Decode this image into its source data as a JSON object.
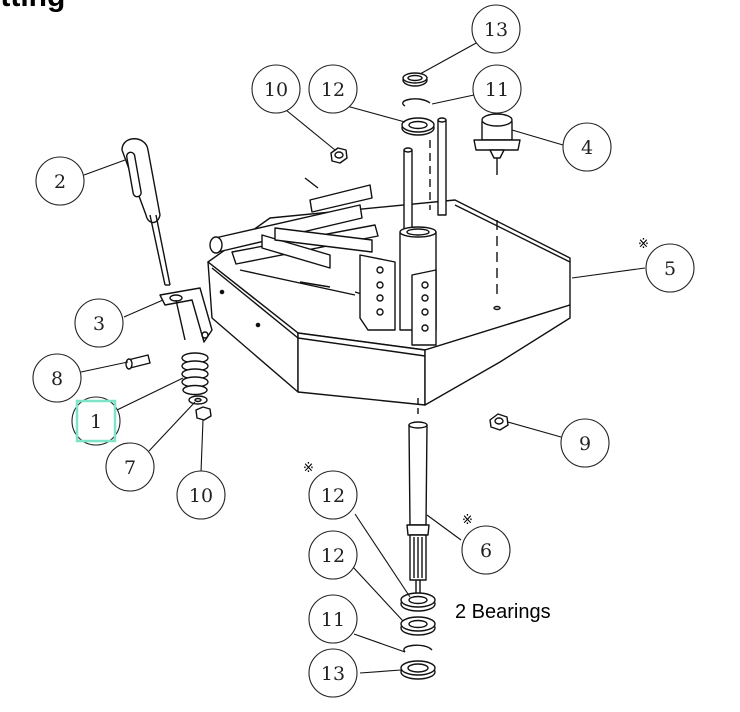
{
  "title": "itting",
  "callouts": [
    {
      "id": "c13a",
      "label": "13"
    },
    {
      "id": "c10a",
      "label": "10"
    },
    {
      "id": "c12a",
      "label": "12"
    },
    {
      "id": "c11a",
      "label": "11"
    },
    {
      "id": "c4",
      "label": "4"
    },
    {
      "id": "c2",
      "label": "2"
    },
    {
      "id": "c5",
      "label": "5"
    },
    {
      "id": "c3",
      "label": "3"
    },
    {
      "id": "c8",
      "label": "8"
    },
    {
      "id": "c1",
      "label": "1"
    },
    {
      "id": "c9",
      "label": "9"
    },
    {
      "id": "c7",
      "label": "7"
    },
    {
      "id": "c10b",
      "label": "10"
    },
    {
      "id": "c12b",
      "label": "12"
    },
    {
      "id": "c6",
      "label": "6"
    },
    {
      "id": "c12c",
      "label": "12"
    },
    {
      "id": "c11b",
      "label": "11"
    },
    {
      "id": "c13b",
      "label": "13"
    }
  ],
  "asterisk": "※",
  "bearings_note": "2 Bearings",
  "highlight_color": "#7fe3c9"
}
